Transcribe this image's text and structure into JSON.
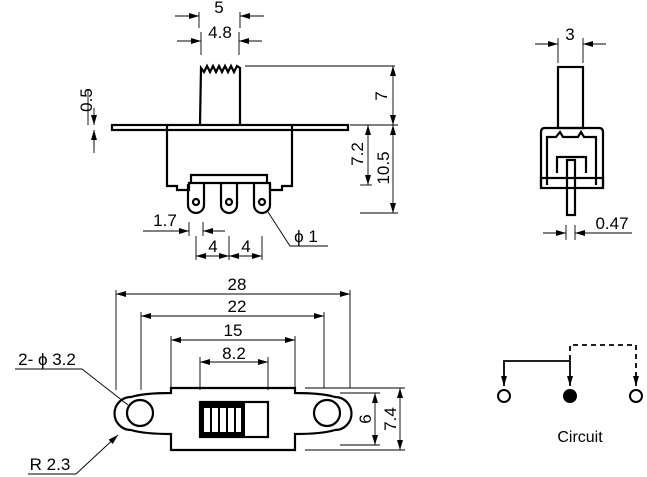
{
  "front_view": {
    "dim_width_5": "5",
    "dim_width_4_8": "4.8",
    "dim_plate_0_5": "0.5",
    "dim_height_7": "7",
    "dim_height_7_2": "7.2",
    "dim_height_10_5": "10.5",
    "dim_offset_1_7": "1.7",
    "dim_pitch_a": "4",
    "dim_pitch_b": "4",
    "dim_hole": "ϕ 1"
  },
  "side_view": {
    "dim_width_3": "3",
    "dim_pin_0_47": "0.47"
  },
  "top_view": {
    "dim_28": "28",
    "dim_22": "22",
    "dim_15": "15",
    "dim_8_2": "8.2",
    "dim_6": "6",
    "dim_7_4": "7.4",
    "holes_label": "2- ϕ 3.2",
    "radius_label": "R 2.3"
  },
  "circuit": {
    "label": "Circuit"
  }
}
